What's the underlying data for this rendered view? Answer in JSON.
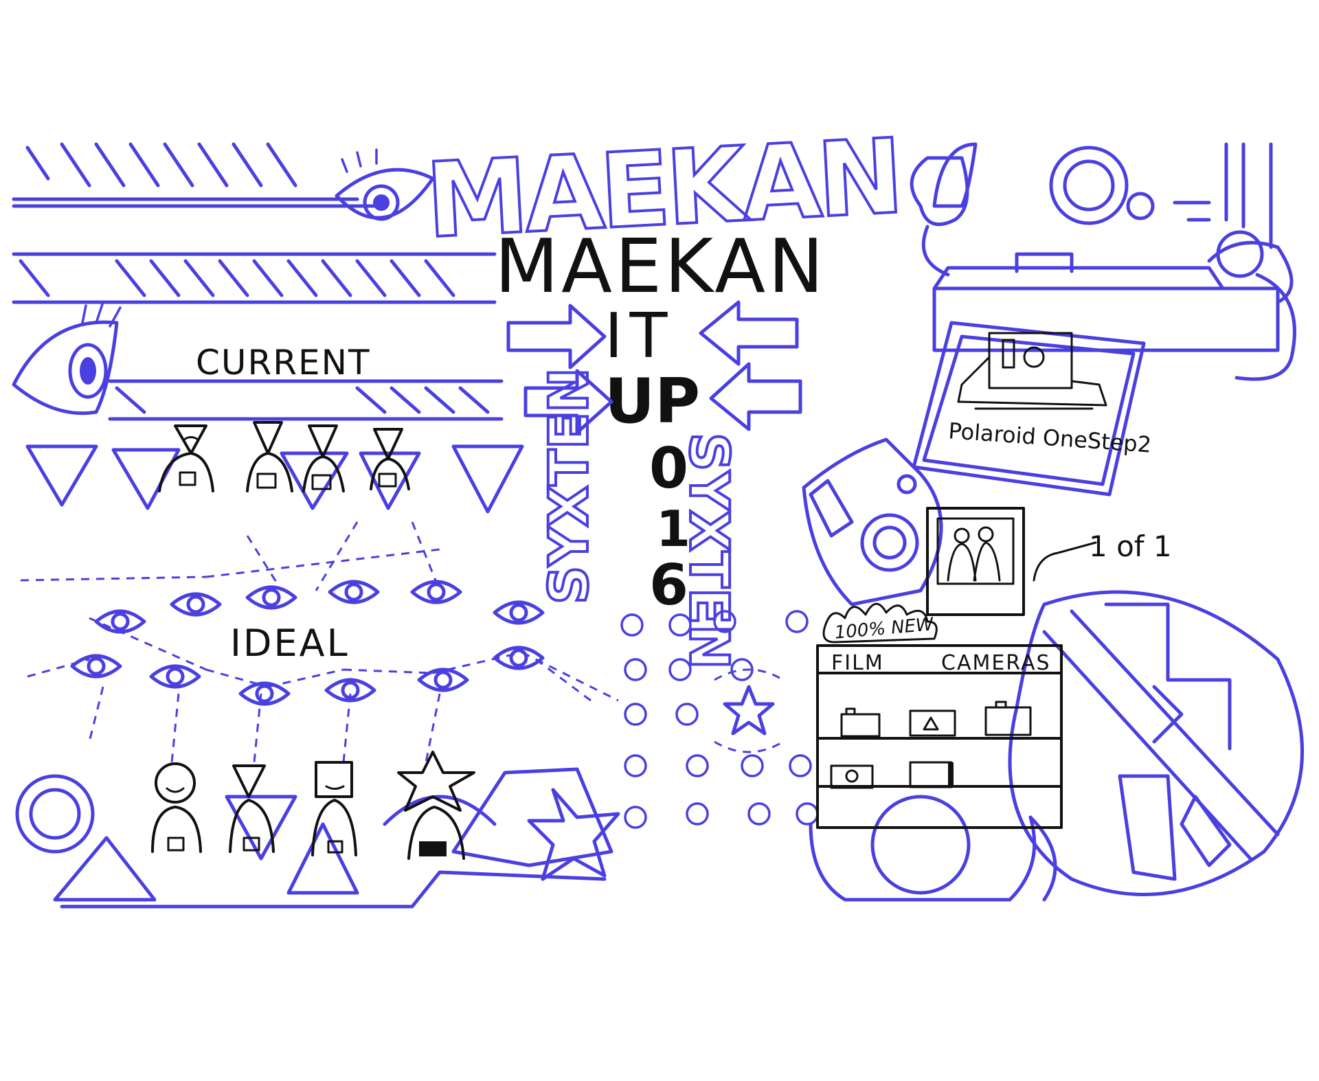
{
  "colors": {
    "ink_blue": "#4a3fe0",
    "ink_black": "#111111",
    "paper": "#ffffff"
  },
  "title": {
    "outline_word": "MAEKAN",
    "main_word": "MAEKAN",
    "line2": "IT",
    "line3": "UP",
    "digits": [
      "0",
      "1",
      "6"
    ]
  },
  "side_words": {
    "left": "SYXTEN",
    "right": "SYXTEN"
  },
  "sections": {
    "current_label": "CURRENT",
    "ideal_label": "IDEAL"
  },
  "polaroid": {
    "caption": "Polaroid OneStep2"
  },
  "photo_note": "1 of 1",
  "store": {
    "burst": "100% NEW",
    "sign_left": "FILM",
    "sign_right": "CAMERAS"
  }
}
